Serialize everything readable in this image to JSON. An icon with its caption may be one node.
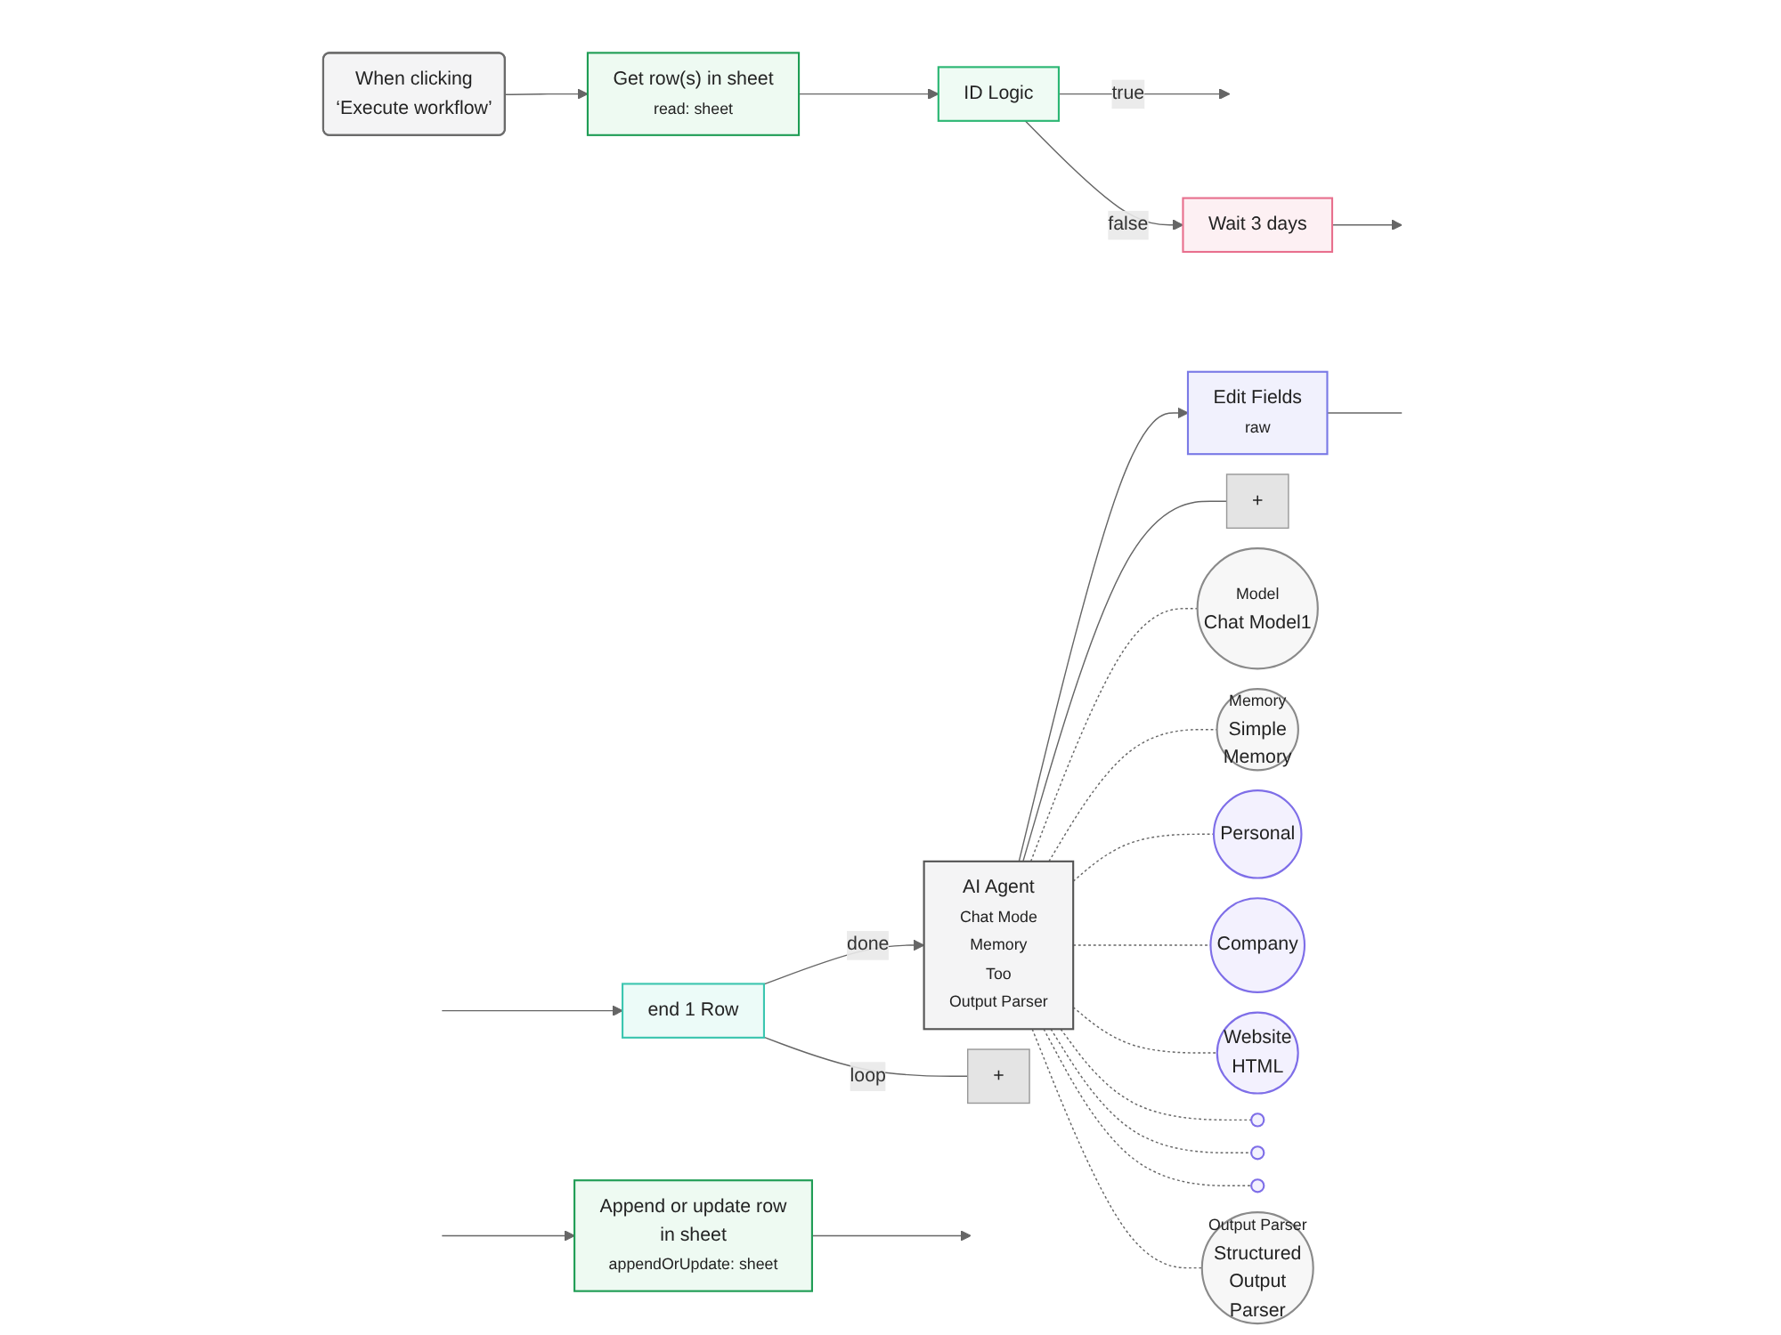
{
  "diagram": {
    "nodes": [
      {
        "text": [
          "When clicking ‘Execute workflow’"
        ]
      },
      {
        "text": [
          "Get row(s) in sheet",
          "read: sheet"
        ]
      },
      {
        "text": [
          "ID Logic"
        ]
      },
      {
        "text": [
          "end 1 Row"
        ]
      },
      {
        "text": [
          "+"
        ]
      },
      {
        "text": [
          "Wait 3 days"
        ]
      },
      {
        "text": [
          "AI Agent",
          "Chat Mode",
          "Memory",
          "Too",
          "Output Parser"
        ]
      },
      {
        "text": [
          "+"
        ]
      },
      {
        "text": [
          "Edit Fields",
          "raw"
        ]
      },
      {
        "text": [
          "Append or update row in sheet",
          "appendOrUpdate: sheet"
        ]
      },
      {
        "text": [
          "Model",
          "Chat Model1"
        ]
      },
      {
        "text": [
          "Memory",
          "Simple Memory"
        ]
      },
      {
        "text": [
          "Personal"
        ]
      },
      {
        "text": [
          "Company"
        ]
      },
      {
        "text": [
          "Website HTML"
        ]
      },
      {
        "text": [],
        "shape": "circle"
      },
      {
        "text": [],
        "shape": "circle"
      },
      {
        "text": [],
        "shape": "circle"
      },
      {
        "text": [
          "Output Parser",
          "Structured Output Parser"
        ]
      }
    ],
    "edges": [
      {
        "from": 0,
        "to": 1,
        "arrow": "to"
      },
      {
        "from": 1,
        "to": 2,
        "arrow": "to"
      },
      {
        "from": 2,
        "to": null,
        "arrow": "to",
        "label": "true"
      },
      {
        "from": 2,
        "to": 5,
        "arrow": "to",
        "label": "false"
      },
      {
        "from": null,
        "to": 3,
        "arrow": "to"
      },
      {
        "from": 3,
        "to": 6,
        "arrow": "to",
        "label": "done"
      },
      {
        "from": 3,
        "to": 4,
        "arrow": "none",
        "label": "loop"
      },
      {
        "from": 5,
        "to": null,
        "arrow": "to"
      },
      {
        "from": 6,
        "to": 8,
        "arrow": "to"
      },
      {
        "from": 8,
        "to": null,
        "arrow": "none"
      },
      {
        "from": null,
        "to": 9,
        "arrow": "to"
      },
      {
        "from": 9,
        "to": null,
        "arrow": "to"
      },
      {
        "from": 6,
        "to": 7,
        "arrow": "none"
      },
      {
        "from": 6,
        "to": 10,
        "arrow": "none",
        "style": "dashed"
      },
      {
        "from": 6,
        "to": 11,
        "arrow": "none",
        "style": "dashed"
      },
      {
        "from": 6,
        "to": 12,
        "arrow": "none",
        "style": "dashed"
      },
      {
        "from": 6,
        "to": 13,
        "arrow": "none",
        "style": "dashed"
      },
      {
        "from": 6,
        "to": 14,
        "arrow": "none",
        "style": "dashed"
      },
      {
        "from": 6,
        "to": 15,
        "arrow": "none",
        "style": "dashed"
      },
      {
        "from": 6,
        "to": 16,
        "arrow": "none",
        "style": "dashed"
      },
      {
        "from": 6,
        "to": 17,
        "arrow": "none",
        "style": "dashed"
      },
      {
        "from": 6,
        "to": 18,
        "arrow": "none",
        "style": "dashed"
      }
    ]
  }
}
